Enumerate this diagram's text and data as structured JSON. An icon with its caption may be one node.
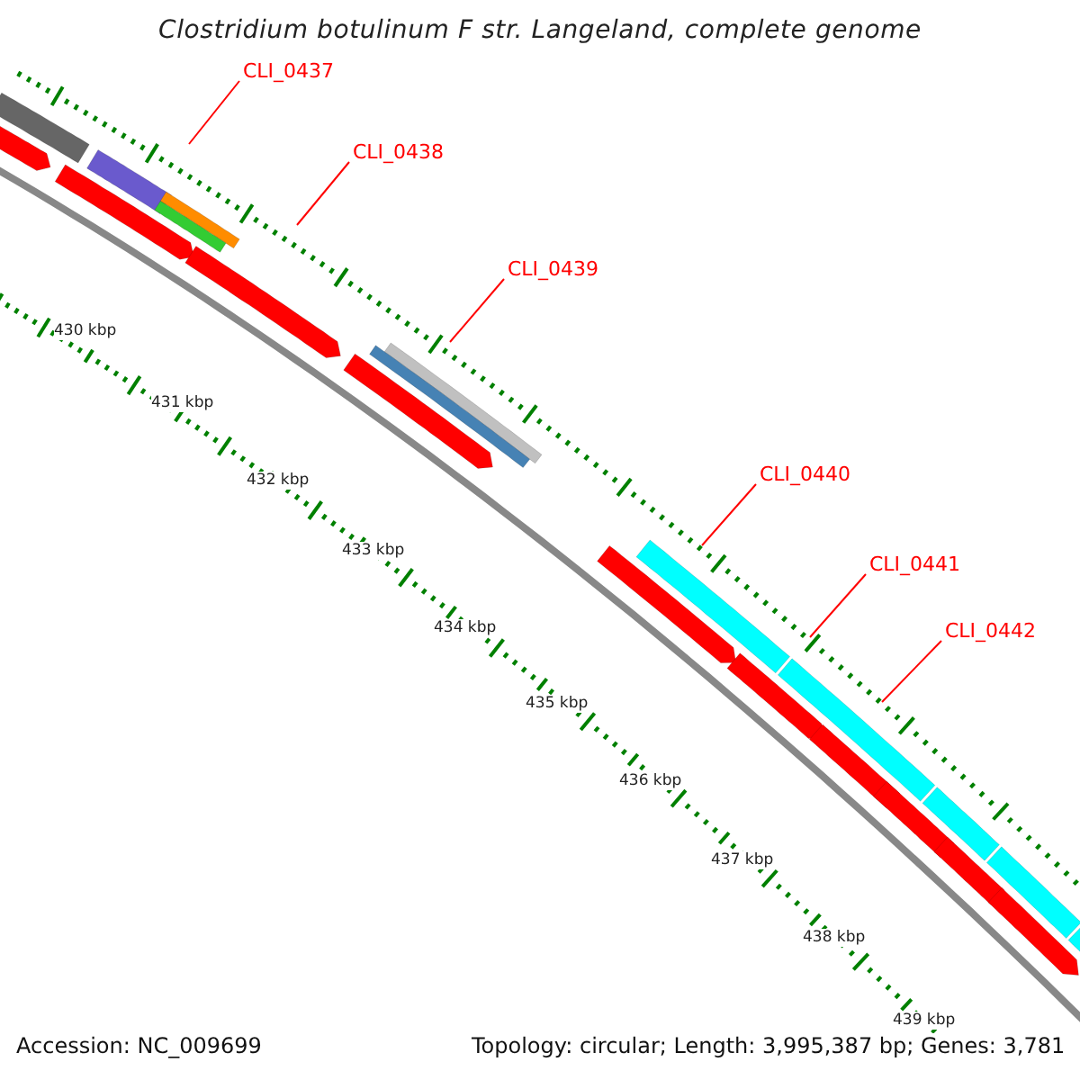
{
  "diagram": {
    "title": "Clostridium botulinum F str. Langeland, complete genome",
    "nodes": [
      {
        "text": [
          "CLI_0437"
        ]
      },
      {
        "text": [
          "CLI_0438"
        ]
      },
      {
        "text": [
          "CLI_0439"
        ]
      },
      {
        "text": [
          "CLI_0440"
        ]
      },
      {
        "text": [
          "CLI_0441"
        ]
      },
      {
        "text": [
          "CLI_0442"
        ]
      }
    ],
    "edges": [
      {
        "from": 0,
        "to": null,
        "arrow": "none"
      },
      {
        "from": 1,
        "to": null,
        "arrow": "none"
      },
      {
        "from": 2,
        "to": null,
        "arrow": "none"
      },
      {
        "from": 3,
        "to": null,
        "arrow": "none"
      },
      {
        "from": 4,
        "to": null,
        "arrow": "none"
      },
      {
        "from": 5,
        "to": null,
        "arrow": "none"
      }
    ],
    "labels": [
      "430 kbp",
      "431 kbp",
      "432 kbp",
      "433 kbp",
      "434 kbp",
      "435 kbp",
      "436 kbp",
      "437 kbp",
      "438 kbp",
      "439 kbp",
      "Accession: NC_009699",
      "Topology: circular; Length: 3,995,387 bp; Genes: 3,781"
    ]
  }
}
